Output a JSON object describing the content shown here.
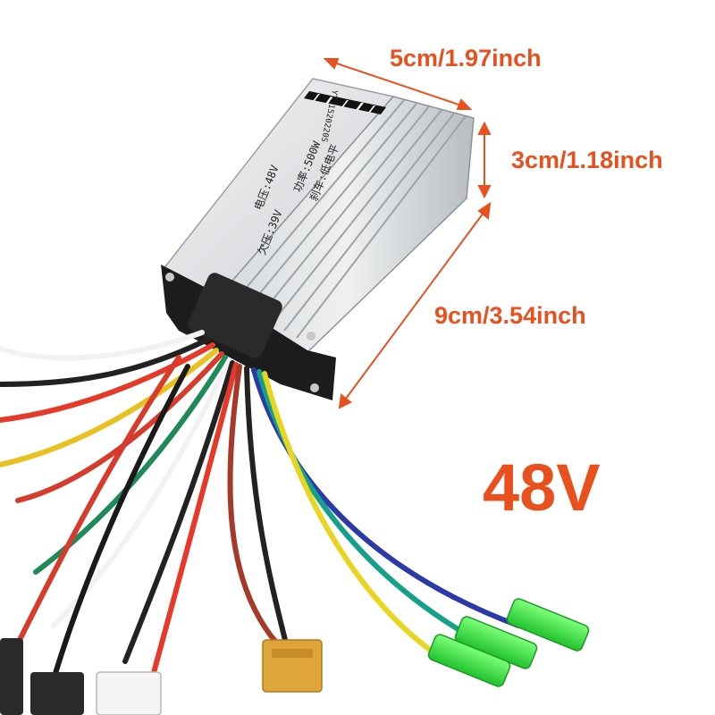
{
  "product": {
    "dimensions": {
      "width_label": "5cm/1.97inch",
      "height_label": "3cm/1.18inch",
      "length_label": "9cm/3.54inch"
    },
    "voltage_label": "48V",
    "label_plate": {
      "serial": "YT11520220S",
      "voltage": "电压:48V",
      "undervoltage": "欠压:39V",
      "power": "功率:500W",
      "brake": "刹车:低电平"
    }
  },
  "colors": {
    "accent": "#e8501e",
    "housing": "#c9ccd0",
    "end_cap": "#1c1c1c",
    "connector_green": "#3fe04a",
    "xt60_yellow": "#e0a53a"
  }
}
